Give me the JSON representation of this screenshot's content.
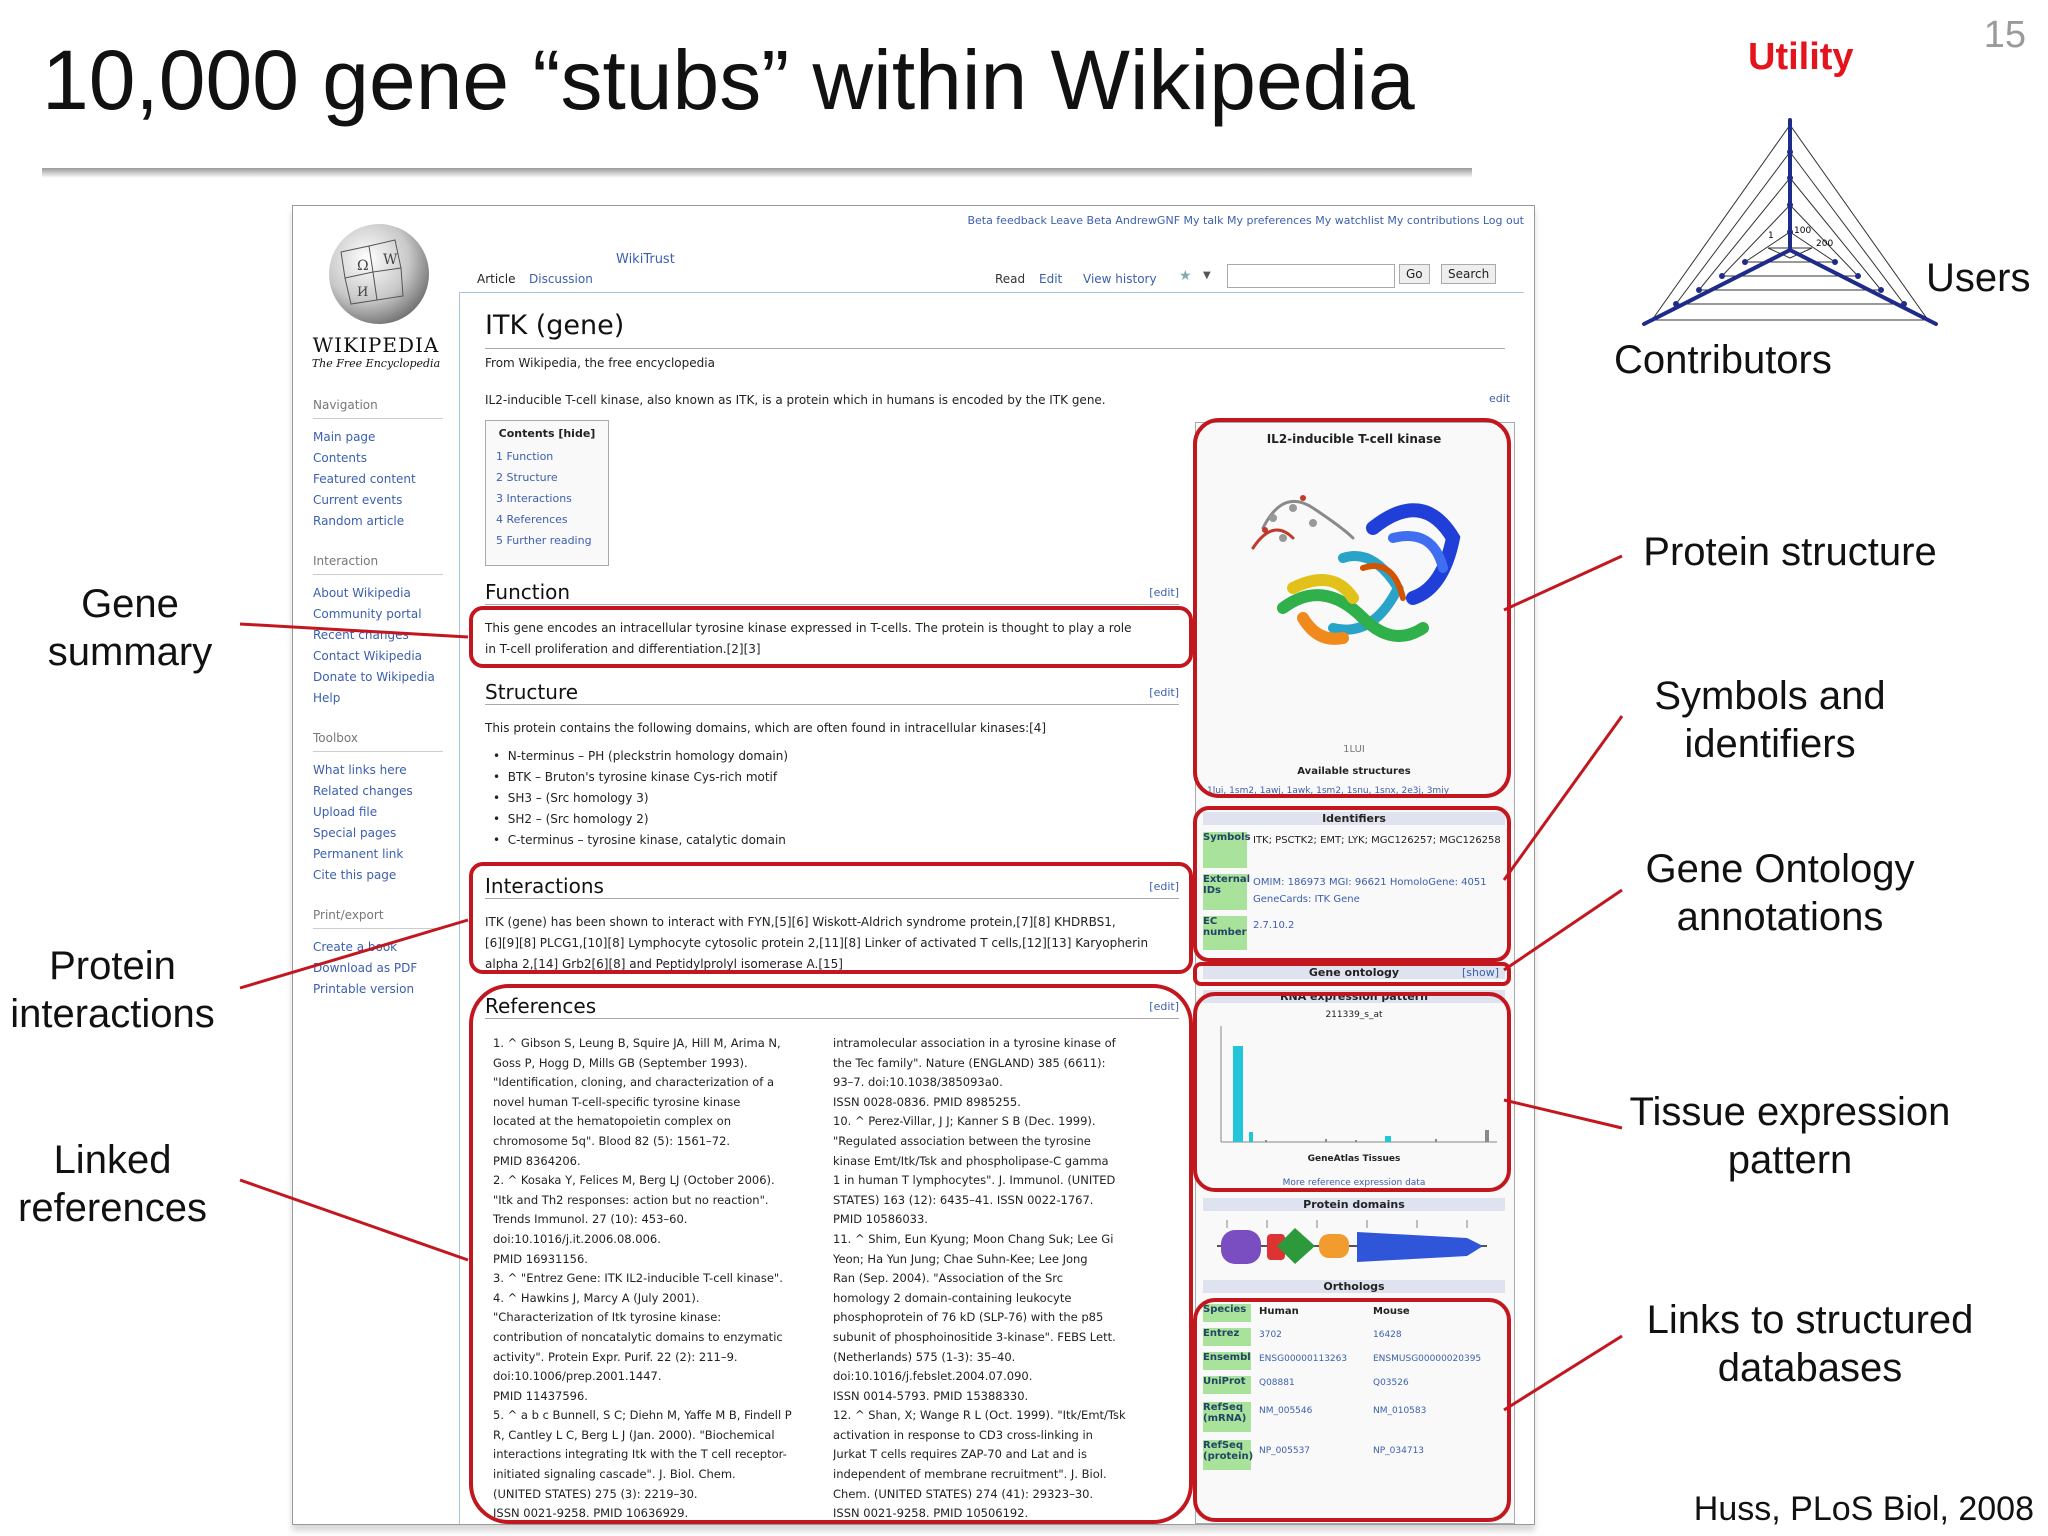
{
  "slide": {
    "title": "10,000 gene “stubs” within Wikipedia",
    "page_number": "15",
    "citation": "Huss, PLoS Biol, 2008"
  },
  "radar": {
    "top_label": "Utility",
    "right_label": "Users",
    "left_label": "Contributors",
    "tick_labels": [
      "1",
      "100",
      "200"
    ],
    "accent_color": "#e3141c",
    "line_color": "#1f2b8a"
  },
  "callouts": {
    "gene_summary": [
      "Gene",
      "summary"
    ],
    "protein_interactions": [
      "Protein",
      "interactions"
    ],
    "linked_references": [
      "Linked",
      "references"
    ],
    "protein_structure": [
      "Protein structure"
    ],
    "symbols_identifiers": [
      "Symbols and",
      "identifiers"
    ],
    "gene_ontology": [
      "Gene Ontology",
      "annotations"
    ],
    "tissue_expression": [
      "Tissue expression",
      "pattern"
    ],
    "links_databases": [
      "Links to structured",
      "databases"
    ]
  },
  "wiki": {
    "topbar": "Beta feedback   Leave Beta   AndrewGNF   My talk   My preferences   My watchlist   My contributions   Log out",
    "tabs": [
      "Article",
      "Discussion",
      "WikiTrust"
    ],
    "actions": [
      "Read",
      "Edit",
      "View history"
    ],
    "go_label": "Go",
    "search_label": "Search",
    "logo_word": "Wikipedia",
    "logo_tagline": "The Free Encyclopedia",
    "nav_head": "Navigation",
    "nav_items": [
      "Main page",
      "Contents",
      "Featured content",
      "Current events",
      "Random article"
    ],
    "interaction_head": "Interaction",
    "interaction_items": [
      "About Wikipedia",
      "Community portal",
      "Recent changes",
      "Contact Wikipedia",
      "Donate to Wikipedia",
      "Help"
    ],
    "toolbox_head": "Toolbox",
    "toolbox_items": [
      "What links here",
      "Related changes",
      "Upload file",
      "Special pages",
      "Permanent link",
      "Cite this page"
    ],
    "print_head": "Print/export",
    "print_items": [
      "Create a book",
      "Download as PDF",
      "Printable version"
    ],
    "page_title": "ITK (gene)",
    "subtitle": "From Wikipedia, the free encyclopedia",
    "lead": "IL2-inducible T-cell kinase, also known as ITK, is a protein which in humans is encoded by the ITK gene.",
    "edit_label": "[edit]",
    "toc_title": "Contents [hide]",
    "toc_items": [
      "1 Function",
      "2 Structure",
      "3 Interactions",
      "4 References",
      "5 Further reading"
    ],
    "function_head": "Function",
    "function_text": [
      "This gene encodes an intracellular tyrosine kinase expressed in T-cells. The protein is thought to play a role",
      "in T-cell proliferation and differentiation.[2][3]"
    ],
    "structure_head": "Structure",
    "structure_intro": "This protein contains the following domains, which are often found in intracellular kinases:[4]",
    "structure_items": [
      "N-terminus – PH (pleckstrin homology domain)",
      "BTK – Bruton's tyrosine kinase Cys-rich motif",
      "SH3 – (Src homology 3)",
      "SH2 – (Src homology 2)",
      "C-terminus – tyrosine kinase, catalytic domain"
    ],
    "interactions_head": "Interactions",
    "interactions_text": [
      "ITK (gene) has been shown to interact with FYN,[5][6] Wiskott-Aldrich syndrome protein,[7][8] KHDRBS1,",
      "[6][9][8] PLCG1,[10][8] Lymphocyte cytosolic protein 2,[11][8] Linker of activated T cells,[12][13] Karyopherin",
      "alpha 2,[14] Grb2[6][8] and Peptidylprolyl isomerase A.[15]"
    ],
    "references_head": "References",
    "refs_left": [
      "1. ^ Gibson S, Leung B, Squire JA, Hill M, Arima N,",
      "Goss P, Hogg D, Mills GB (September 1993).",
      "\"Identification, cloning, and characterization of a",
      "novel human T-cell-specific tyrosine kinase",
      "located at the hematopoietin complex on",
      "chromosome 5q\". Blood 82 (5): 1561–72.",
      "PMID 8364206.",
      "2. ^ Kosaka Y, Felices M, Berg LJ (October 2006).",
      "\"Itk and Th2 responses: action but no reaction\".",
      "Trends Immunol. 27 (10): 453–60.",
      "doi:10.1016/j.it.2006.08.006.",
      "PMID 16931156.",
      "3. ^ \"Entrez Gene: ITK IL2-inducible T-cell kinase\".",
      "4. ^ Hawkins J, Marcy A (July 2001).",
      "\"Characterization of Itk tyrosine kinase:",
      "contribution of noncatalytic domains to enzymatic",
      "activity\". Protein Expr. Purif. 22 (2): 211–9.",
      "doi:10.1006/prep.2001.1447.",
      "PMID 11437596.",
      "5. ^ a b c Bunnell, S C; Diehn M, Yaffe M B, Findell P",
      "R, Cantley L C, Berg L J (Jan. 2000). \"Biochemical",
      "interactions integrating Itk with the T cell receptor-",
      "initiated signaling cascade\". J. Biol. Chem.",
      "(UNITED STATES) 275 (3): 2219–30.",
      "ISSN 0021-9258. PMID 10636929."
    ],
    "refs_right": [
      "intramolecular association in a tyrosine kinase of",
      "the Tec family\". Nature (ENGLAND) 385 (6611):",
      "93–7. doi:10.1038/385093a0.",
      "ISSN 0028-0836. PMID 8985255.",
      "10. ^ Perez-Villar, J J; Kanner S B (Dec. 1999).",
      "\"Regulated association between the tyrosine",
      "kinase Emt/Itk/Tsk and phospholipase-C gamma",
      "1 in human T lymphocytes\". J. Immunol. (UNITED",
      "STATES) 163 (12): 6435–41. ISSN 0022-1767.",
      "PMID 10586033.",
      "11. ^ Shim, Eun Kyung; Moon Chang Suk; Lee Gi",
      "Yeon; Ha Yun Jung; Chae Suhn-Kee; Lee Jong",
      "Ran (Sep. 2004). \"Association of the Src",
      "homology 2 domain-containing leukocyte",
      "phosphoprotein of 76 kD (SLP-76) with the p85",
      "subunit of phosphoinositide 3-kinase\". FEBS Lett.",
      "(Netherlands) 575 (1-3): 35–40.",
      "doi:10.1016/j.febslet.2004.07.090.",
      "ISSN 0014-5793. PMID 15388330.",
      "12. ^ Shan, X; Wange R L (Oct. 1999). \"Itk/Emt/Tsk",
      "activation in response to CD3 cross-linking in",
      "Jurkat T cells requires ZAP-70 and Lat and is",
      "independent of membrane recruitment\". J. Biol.",
      "Chem. (UNITED STATES) 274 (41): 29323–30.",
      "ISSN 0021-9258. PMID 10506192."
    ],
    "infobox": {
      "title": "IL2-inducible T-cell kinase",
      "pdb_caption": "1LUI",
      "available_structures": "Available structures",
      "pdb_ids": "1lui, 1sm2, 1awj, 1awk, 1sm2, 1snu, 1snx, 2e3j, 3miy",
      "identifiers_head": "Identifiers",
      "rows": [
        {
          "label": "Symbols",
          "value": "ITK; PSCTK2; EMT; LYK; MGC126257; MGC126258"
        },
        {
          "label": "External IDs",
          "value": "OMIM: 186973 MGI: 96621 HomoloGene: 4051 GeneCards: ITK Gene"
        },
        {
          "label": "EC number",
          "value": "2.7.10.2"
        }
      ],
      "gene_ontology": "Gene ontology",
      "show_label": "[show]",
      "rna_head": "RNA expression pattern",
      "probe_id": "211339_s_at",
      "rna_footer": "GeneAtlas Tissues",
      "more_data": "More reference expression data",
      "protein_domains": "Protein domains",
      "orthologs": "Orthologs",
      "ortho_cols": [
        "Species",
        "Human",
        "Mouse"
      ],
      "ortho_rows": [
        [
          "Entrez",
          "3702",
          "16428"
        ],
        [
          "Ensembl",
          "ENSG00000113263",
          "ENSMUSG00000020395"
        ],
        [
          "UniProt",
          "Q08881",
          "Q03526"
        ],
        [
          "RefSeq (mRNA)",
          "NM_005546",
          "NM_010583"
        ],
        [
          "RefSeq (protein)",
          "NP_005537",
          "NP_034713"
        ]
      ]
    }
  },
  "colors": {
    "callout_red": "#c3171f",
    "wiki_link": "#3b5fae",
    "infobox_green": "#a9e29a",
    "expression_bar": "#22c6d8"
  }
}
